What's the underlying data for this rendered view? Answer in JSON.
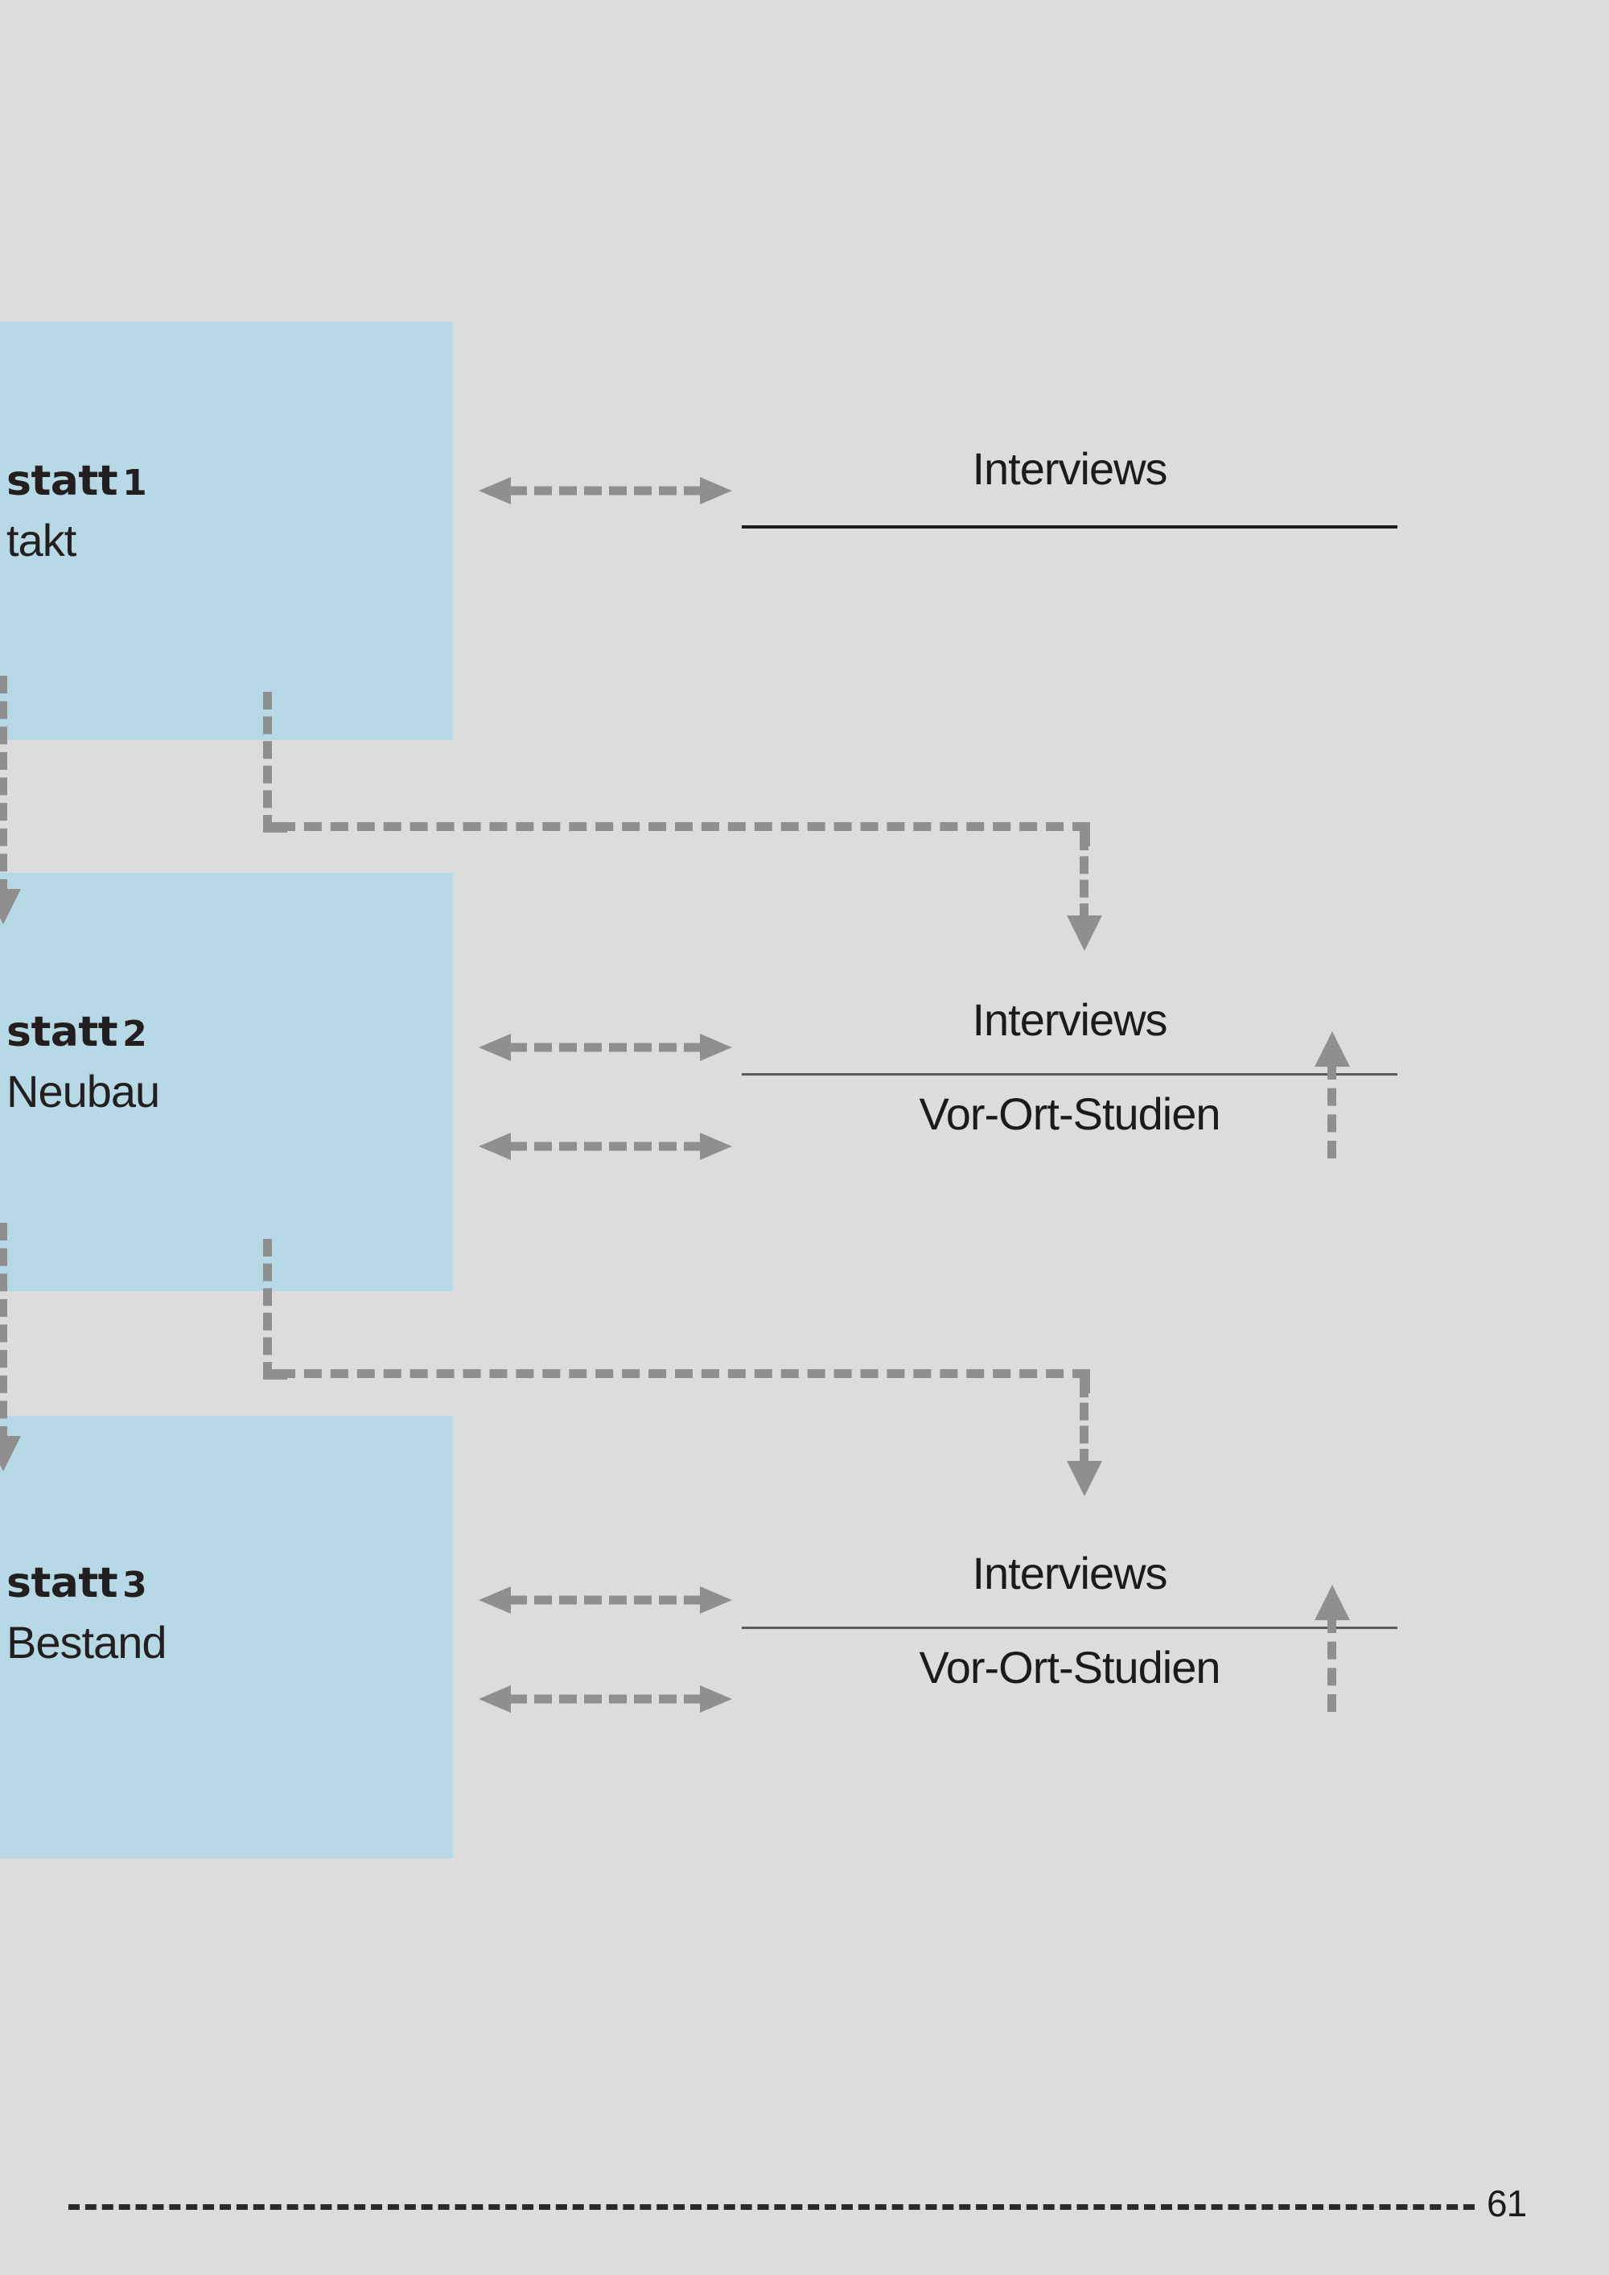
{
  "page": {
    "folio": "61",
    "background_color": "#dcdcdc",
    "block_color": "#b6d9e5",
    "connector_color": "#8f8f8f",
    "text_color": "#1b1b1b"
  },
  "blocks": [
    {
      "title": "statt",
      "number": "1",
      "subtitle": "takt",
      "name": "workshop-block-1"
    },
    {
      "title": "statt",
      "number": "2",
      "subtitle": "Neubau",
      "name": "workshop-block-2"
    },
    {
      "title": "statt",
      "number": "3",
      "subtitle": "Bestand",
      "name": "workshop-block-3"
    }
  ],
  "methods": [
    {
      "above_rule": "Interviews",
      "below_rule": "",
      "name": "method-group-1"
    },
    {
      "above_rule": "Interviews",
      "below_rule": "Vor-Ort-Studien",
      "name": "method-group-2"
    },
    {
      "above_rule": "Interviews",
      "below_rule": "Vor-Ort-Studien",
      "name": "method-group-3"
    }
  ],
  "icons": {
    "double_arrow": "double-headed-dashed-arrow-icon",
    "arrow_down": "arrow-down-icon",
    "arrow_up": "arrow-up-icon"
  }
}
